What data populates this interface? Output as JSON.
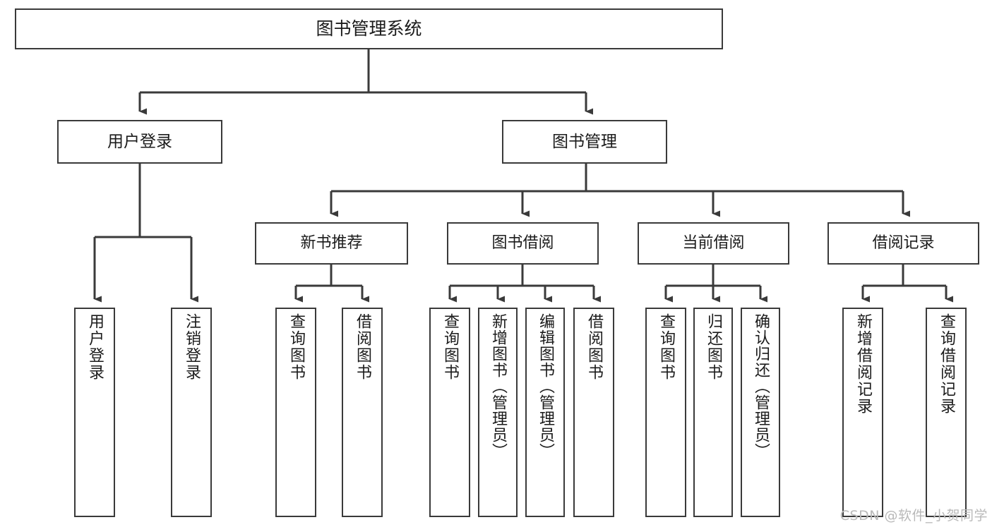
{
  "diagram": {
    "title": "图书管理系统",
    "watermark": "CSDN @软件_小贺同学",
    "colors": {
      "stroke": "#3a3a3a",
      "background": "#ffffff",
      "text": "#1b1b1b",
      "watermark": "#b9b9b9"
    }
  },
  "root": {
    "label": "图书管理系统"
  },
  "level1": [
    {
      "label": "用户登录"
    },
    {
      "label": "图书管理"
    }
  ],
  "level2": [
    {
      "label": "新书推荐"
    },
    {
      "label": "图书借阅"
    },
    {
      "label": "当前借阅"
    },
    {
      "label": "借阅记录"
    }
  ],
  "leaves": {
    "user_login": [
      {
        "label": "用户登录"
      },
      {
        "label": "注销登录"
      }
    ],
    "new_book_recommend": [
      {
        "label": "查询图书"
      },
      {
        "label": "借阅图书"
      }
    ],
    "book_borrow": [
      {
        "label": "查询图书"
      },
      {
        "label": "新增图书（管理员）"
      },
      {
        "label": "编辑图书（管理员）"
      },
      {
        "label": "借阅图书"
      }
    ],
    "current_borrow": [
      {
        "label": "查询图书"
      },
      {
        "label": "归还图书"
      },
      {
        "label": "确认归还（管理员）"
      }
    ],
    "borrow_records": [
      {
        "label": "新增借阅记录"
      },
      {
        "label": "查询借阅记录"
      }
    ]
  }
}
